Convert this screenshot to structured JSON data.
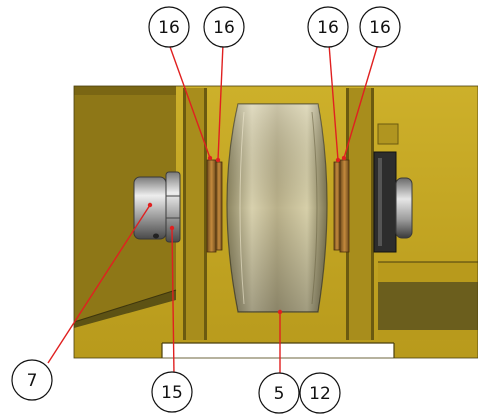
{
  "colors": {
    "housing": "#c7a622",
    "housing_dark": "#8e7717",
    "housing_shadow": "#6b5e1d",
    "housing_edge": "#4a3f0e",
    "roller": "#c9c09a",
    "roller_dark": "#8b8460",
    "washer": "#b07a35",
    "washer_dark": "#6d4a1c",
    "bolt": "#9a9a9a",
    "bolt_light": "#e6e6e6",
    "bolt_dark": "#3a3a3a",
    "leader": "#e02020",
    "callout_stroke": "#111111"
  },
  "callouts": [
    {
      "id": "c16a",
      "label": "16"
    },
    {
      "id": "c16b",
      "label": "16"
    },
    {
      "id": "c16c",
      "label": "16"
    },
    {
      "id": "c16d",
      "label": "16"
    },
    {
      "id": "c7",
      "label": "7"
    },
    {
      "id": "c15",
      "label": "15"
    },
    {
      "id": "c5",
      "label": "5"
    },
    {
      "id": "c12",
      "label": "12"
    }
  ]
}
